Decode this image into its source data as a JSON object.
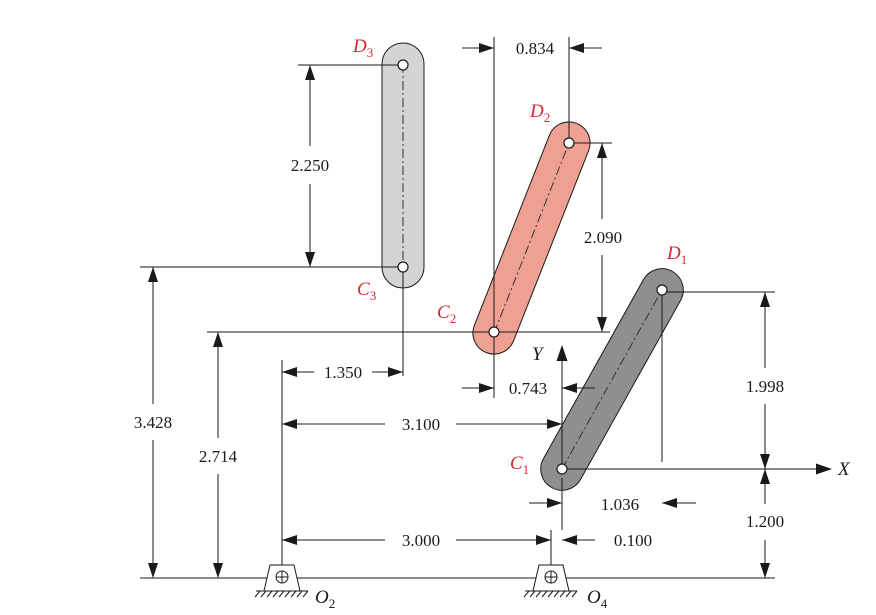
{
  "points": {
    "D3": {
      "letter": "D",
      "sub": "3"
    },
    "D2": {
      "letter": "D",
      "sub": "2"
    },
    "D1": {
      "letter": "D",
      "sub": "1"
    },
    "C3": {
      "letter": "C",
      "sub": "3"
    },
    "C2": {
      "letter": "C",
      "sub": "2"
    },
    "C1": {
      "letter": "C",
      "sub": "1"
    }
  },
  "pivots": {
    "O2": {
      "letter": "O",
      "sub": "2"
    },
    "O4": {
      "letter": "O",
      "sub": "4"
    }
  },
  "axes": {
    "x": "X",
    "y": "Y"
  },
  "dimensions": {
    "d0834": "0.834",
    "d2250": "2.250",
    "d2090": "2.090",
    "d1350": "1.350",
    "d0743": "0.743",
    "d1998": "1.998",
    "d3428": "3.428",
    "d3100": "3.100",
    "d2714": "2.714",
    "d1036": "1.036",
    "d1200": "1.200",
    "d3000": "3.000",
    "d0100": "0.100"
  },
  "colors": {
    "link_position_1": "#8e8f91",
    "link_position_2": "#eea092",
    "link_position_3": "#d3d4d6",
    "point_labels": "#d4282e"
  }
}
